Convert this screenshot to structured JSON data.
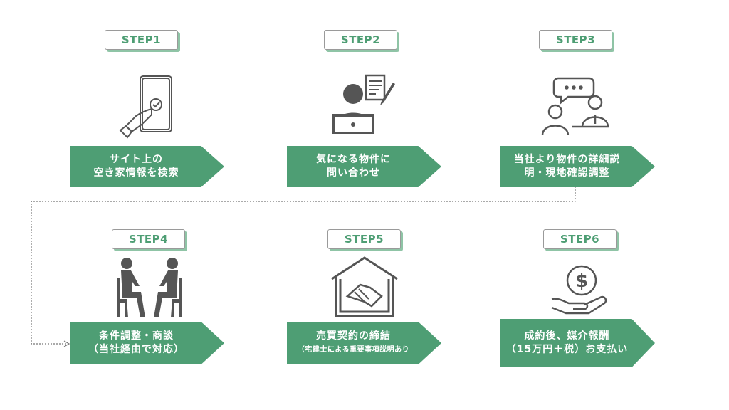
{
  "steps": [
    {
      "badge": "STEP1",
      "line1": "サイト上の",
      "line2": "空き家情報を検索",
      "icon": "smartphone-tap-icon"
    },
    {
      "badge": "STEP2",
      "line1": "気になる物件に",
      "line2": "問い合わせ",
      "icon": "person-laptop-document-icon"
    },
    {
      "badge": "STEP3",
      "line1": "当社より物件の詳細説",
      "line2": "明・現地確認調整",
      "icon": "consultation-icon"
    },
    {
      "badge": "STEP4",
      "line1": "条件調整・商談",
      "line2": "（当社経由で対応）",
      "icon": "meeting-icon"
    },
    {
      "badge": "STEP5",
      "line1": "売買契約の締結",
      "line2": "（宅建士による重要事項説明あり",
      "icon": "house-handshake-icon"
    },
    {
      "badge": "STEP6",
      "line1": "成約後、媒介報酬",
      "line2": "（15万円＋税）お支払い",
      "icon": "coin-hand-icon"
    }
  ],
  "colors": {
    "accent": "#4e9e74",
    "icon": "#555555"
  }
}
